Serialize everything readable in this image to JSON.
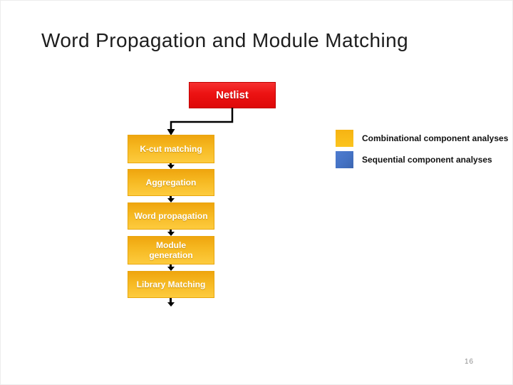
{
  "slide": {
    "title": "Word Propagation and Module Matching",
    "page_number": "16"
  },
  "flowchart": {
    "netlist_label": "Netlist",
    "steps": [
      {
        "label": "K-cut matching"
      },
      {
        "label": "Aggregation"
      },
      {
        "label": "Word propagation"
      },
      {
        "label": "Module\ngeneration"
      },
      {
        "label": "Library Matching"
      }
    ]
  },
  "legend": {
    "items": [
      {
        "label": "Combinational component analyses",
        "swatch_color": "#F9BC16"
      },
      {
        "label": "Sequential component analyses",
        "swatch_color": "#4472C4"
      }
    ]
  },
  "colors": {
    "netlist_bg": "#ED1212",
    "step_gradient_top": "#EFA50E",
    "step_gradient_bottom": "#FDCB3E",
    "connector": "#000000",
    "title_text": "#1D1D1D",
    "page_number_text": "#8F8F8F"
  }
}
